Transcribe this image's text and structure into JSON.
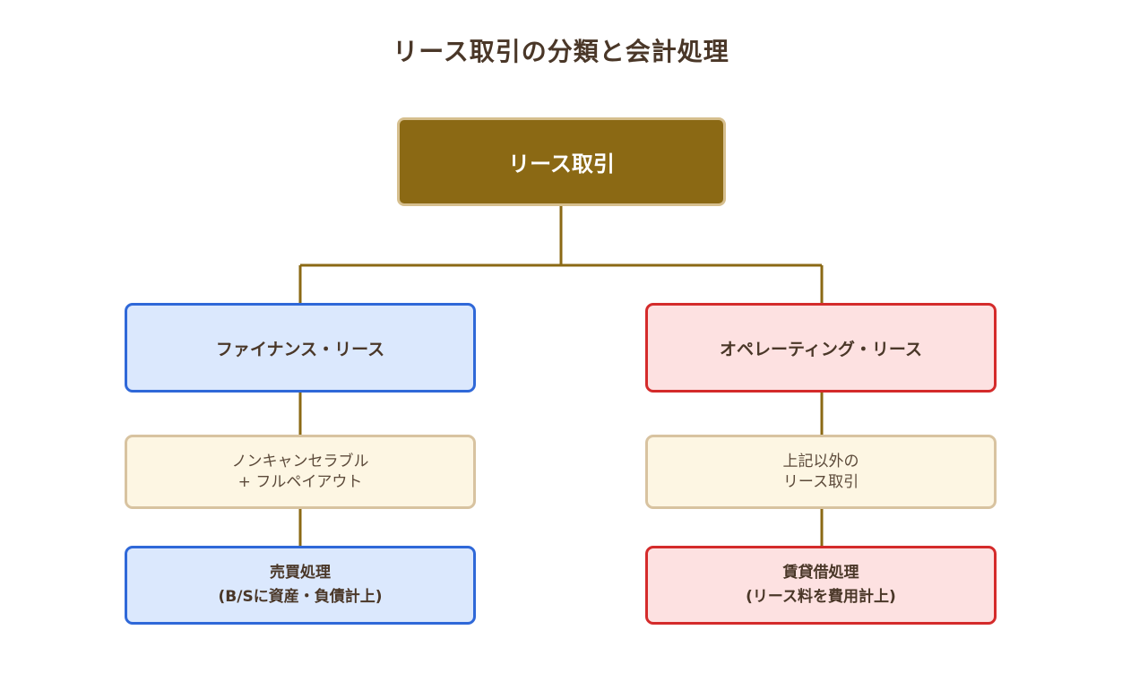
{
  "title": "リース取引の分類と会計処理",
  "root": {
    "label": "リース取引"
  },
  "branches": [
    {
      "category": "ファイナンス・リース",
      "condition": [
        "ノンキャンセラブル",
        "+ フルペイアウト"
      ],
      "result": [
        "売買処理",
        "(B/Sに資産・負債計上)"
      ]
    },
    {
      "category": "オペレーティング・リース",
      "condition": [
        "上記以外の",
        "リース取引"
      ],
      "result": [
        "賃貸借処理",
        "(リース料を費用計上)"
      ]
    }
  ],
  "colors": {
    "root_fill": "#8b6914",
    "root_border": "#d6bf8e",
    "connector": "#8b6914",
    "finance_fill": "#dbe8fd",
    "finance_border": "#2f68d8",
    "operating_fill": "#fde1e1",
    "operating_border": "#d42b2b",
    "condition_fill": "#fdf6e3",
    "condition_border": "#d8c3a0",
    "text": "#4a3728"
  }
}
